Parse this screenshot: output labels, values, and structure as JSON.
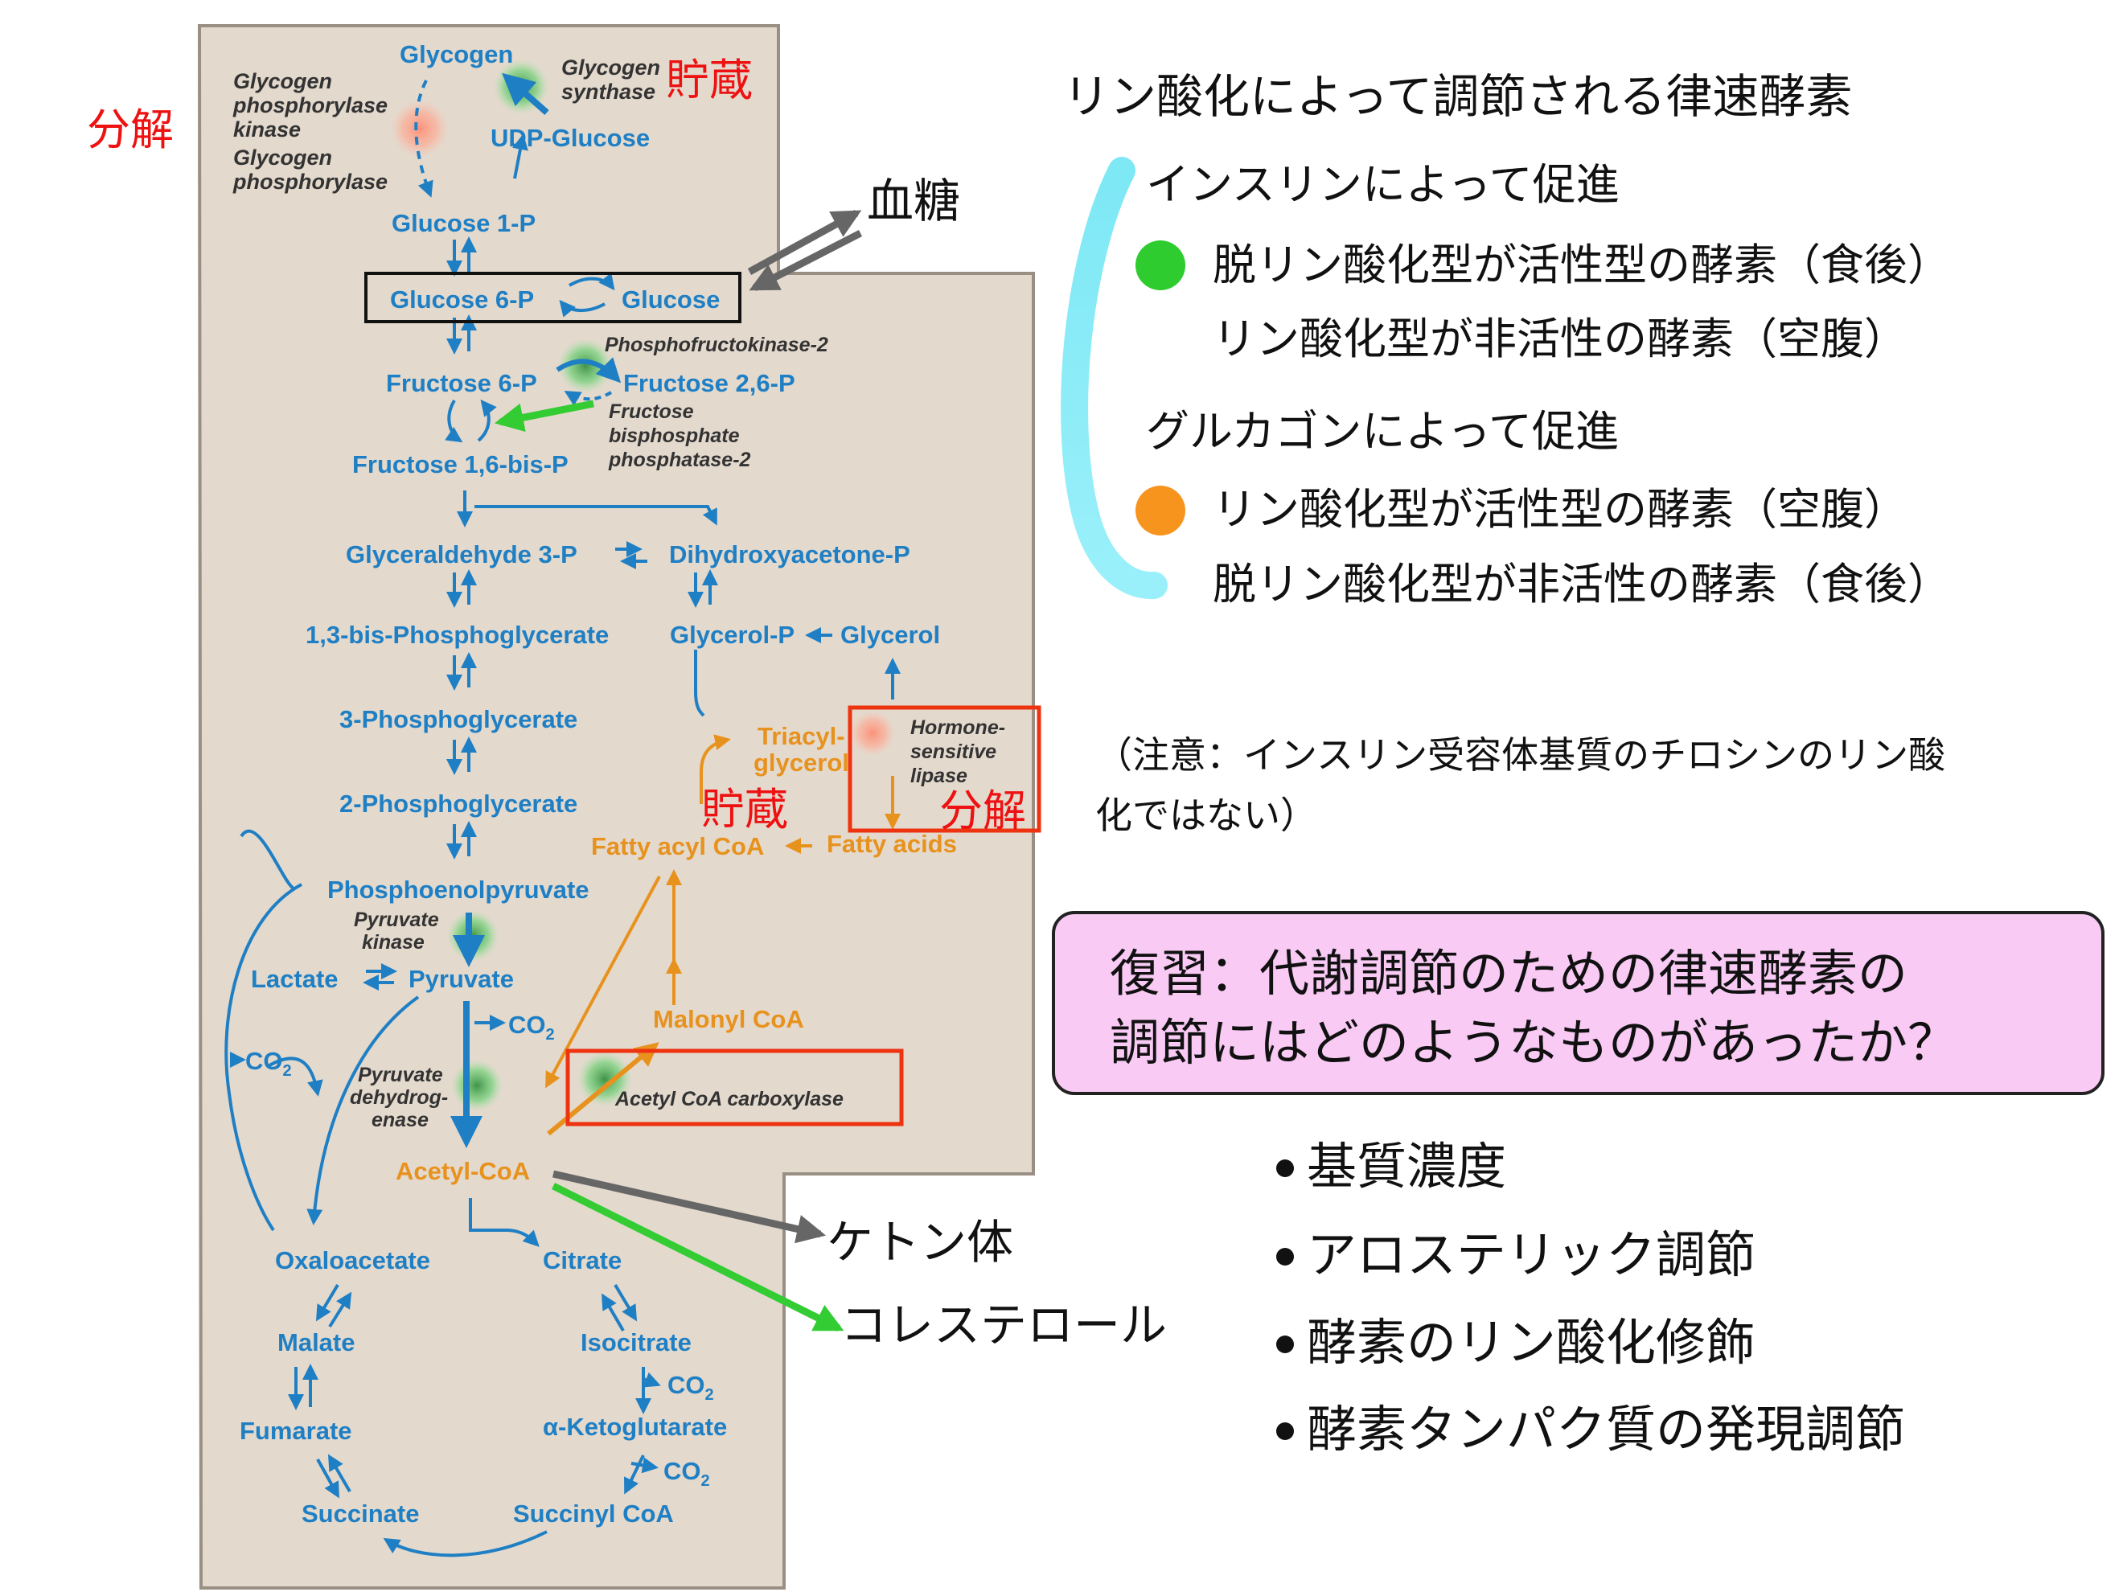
{
  "pathway": {
    "glycogen": "Glycogen",
    "glycogen_synthase": [
      "Glycogen",
      "synthase"
    ],
    "glycogen_phosphorylase_kinase": [
      "Glycogen",
      "phosphorylase",
      "kinase"
    ],
    "glycogen_phosphorylase": [
      "Glycogen",
      "phosphorylase"
    ],
    "udp_glucose": "UDP-Glucose",
    "glucose_1p": "Glucose 1-P",
    "glucose_6p": "Glucose 6-P",
    "glucose": "Glucose",
    "fructose_6p": "Fructose 6-P",
    "fructose_26p": "Fructose 2,6-P",
    "pfk2": "Phosphofructokinase-2",
    "fbpase2": [
      "Fructose",
      "bisphosphate",
      "phosphatase-2"
    ],
    "fructose_16bisp": "Fructose 1,6-bis-P",
    "g3p": "Glyceraldehyde 3-P",
    "dhap": "Dihydroxyacetone-P",
    "bpg13": "1,3-bis-Phosphoglycerate",
    "glycerol_p": "Glycerol-P",
    "glycerol": "Glycerol",
    "pg3": "3-Phosphoglycerate",
    "triacylglycerol": [
      "Triacyl-",
      "glycerol"
    ],
    "hsl": [
      "Hormone-",
      "sensitive",
      "lipase"
    ],
    "pg2": "2-Phosphoglycerate",
    "fatty_acyl_coa": "Fatty acyl CoA",
    "fatty_acids": "Fatty acids",
    "pep": "Phosphoenolpyruvate",
    "pyruvate_kinase": [
      "Pyruvate",
      "kinase"
    ],
    "lactate": "Lactate",
    "pyruvate": "Pyruvate",
    "co2": "CO",
    "co2_sub": "2",
    "malonyl_coa": "Malonyl CoA",
    "pdh": [
      "Pyruvate",
      "dehydrog-",
      "enase"
    ],
    "acc": "Acetyl CoA carboxylase",
    "acetyl_coa": "Acetyl-CoA",
    "oxaloacetate": "Oxaloacetate",
    "citrate": "Citrate",
    "malate": "Malate",
    "isocitrate": "Isocitrate",
    "fumarate": "Fumarate",
    "akg": "α-Ketoglutarate",
    "succinate": "Succinate",
    "succinyl_coa": "Succinyl CoA"
  },
  "labels": {
    "breakdown": "分解",
    "storage": "貯蔵",
    "blood_sugar": "血糖",
    "ketone_body": "ケトン体",
    "cholesterol": "コレステロール"
  },
  "legend": {
    "title": "リン酸化によって調節される律速酵素",
    "insulin_header": "インスリンによって促進",
    "insulin_line1": "脱リン酸化型が活性型の酵素（食後）",
    "insulin_line2": "リン酸化型が非活性の酵素（空腹）",
    "glucagon_header": "グルカゴンによって促進",
    "glucagon_line1": "リン酸化型が活性型の酵素（空腹）",
    "glucagon_line2": "脱リン酸化型が非活性の酵素（食後）",
    "insulin_color": "#2ecc2e",
    "glucagon_color": "#f7941d",
    "bracket_color": "#7ee8f5"
  },
  "note": {
    "line1": "（注意：インスリン受容体基質のチロシンのリン酸",
    "line2": "化ではない）"
  },
  "review": {
    "line1": "復習：代謝調節のための律速酵素の",
    "line2": "調節にはどのようなものがあったか？"
  },
  "bullets": [
    "基質濃度",
    "アロステリック調節",
    "酵素のリン酸化修飾",
    "酵素タンパク質の発現調節"
  ]
}
